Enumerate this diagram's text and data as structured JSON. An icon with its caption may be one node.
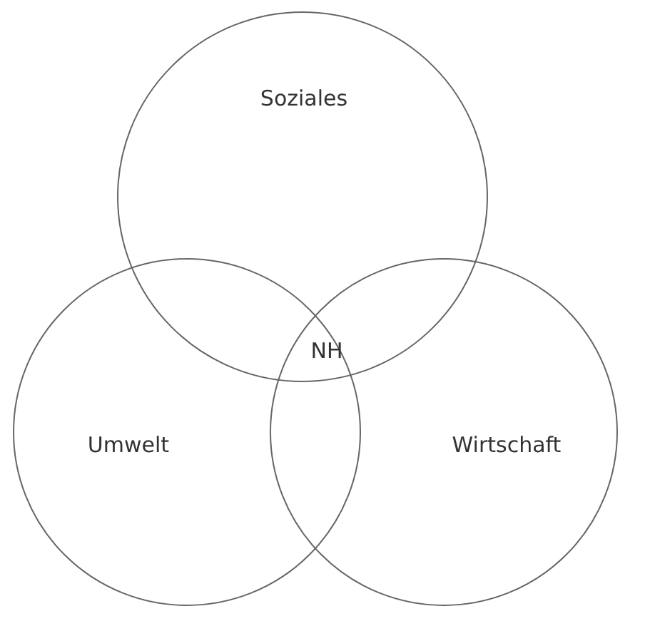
{
  "diagram": {
    "nodes": [
      {
        "text": [
          "Soziales"
        ]
      },
      {
        "text": [
          "Umwelt"
        ]
      },
      {
        "text": [
          "Wirtschaft"
        ]
      }
    ],
    "labels": [
      "NH"
    ]
  }
}
